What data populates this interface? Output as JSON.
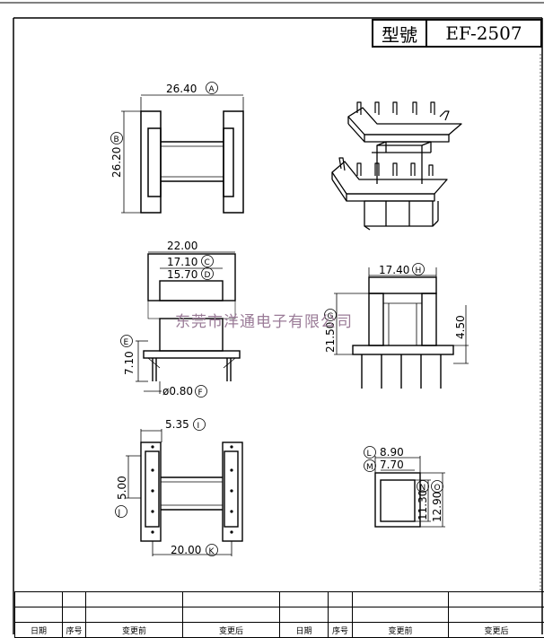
{
  "title_block": {
    "label": "型號",
    "model": "EF-2507"
  },
  "watermark": "东莞市洋通电子有限公司",
  "dimensions": {
    "A": {
      "value": "26.40",
      "ref": "A"
    },
    "B": {
      "value": "26.20",
      "ref": "B"
    },
    "total_width": "22.00",
    "C": {
      "value": "17.10",
      "ref": "C"
    },
    "D": {
      "value": "15.70",
      "ref": "D"
    },
    "E": {
      "value": "7.10",
      "ref": "E"
    },
    "F": {
      "value": "ø0.80",
      "ref": "F"
    },
    "H": {
      "value": "17.40",
      "ref": "H"
    },
    "G": {
      "value": "21.50",
      "ref": "G"
    },
    "side_height": "4.50",
    "I": {
      "value": "5.35",
      "ref": "I"
    },
    "J": {
      "value": "5.00",
      "ref": "J"
    },
    "K": {
      "value": "20.00",
      "ref": "K"
    },
    "L": {
      "value": "8.90",
      "ref": "L"
    },
    "M": {
      "value": "7.70",
      "ref": "M"
    },
    "N": {
      "value": "11.30",
      "ref": "N"
    },
    "O": {
      "value": "12.90",
      "ref": "O"
    }
  },
  "revision_table": {
    "headers": [
      "日期",
      "序号",
      "变更前",
      "变更后",
      "日期",
      "序号",
      "变更前",
      "变更后"
    ]
  }
}
